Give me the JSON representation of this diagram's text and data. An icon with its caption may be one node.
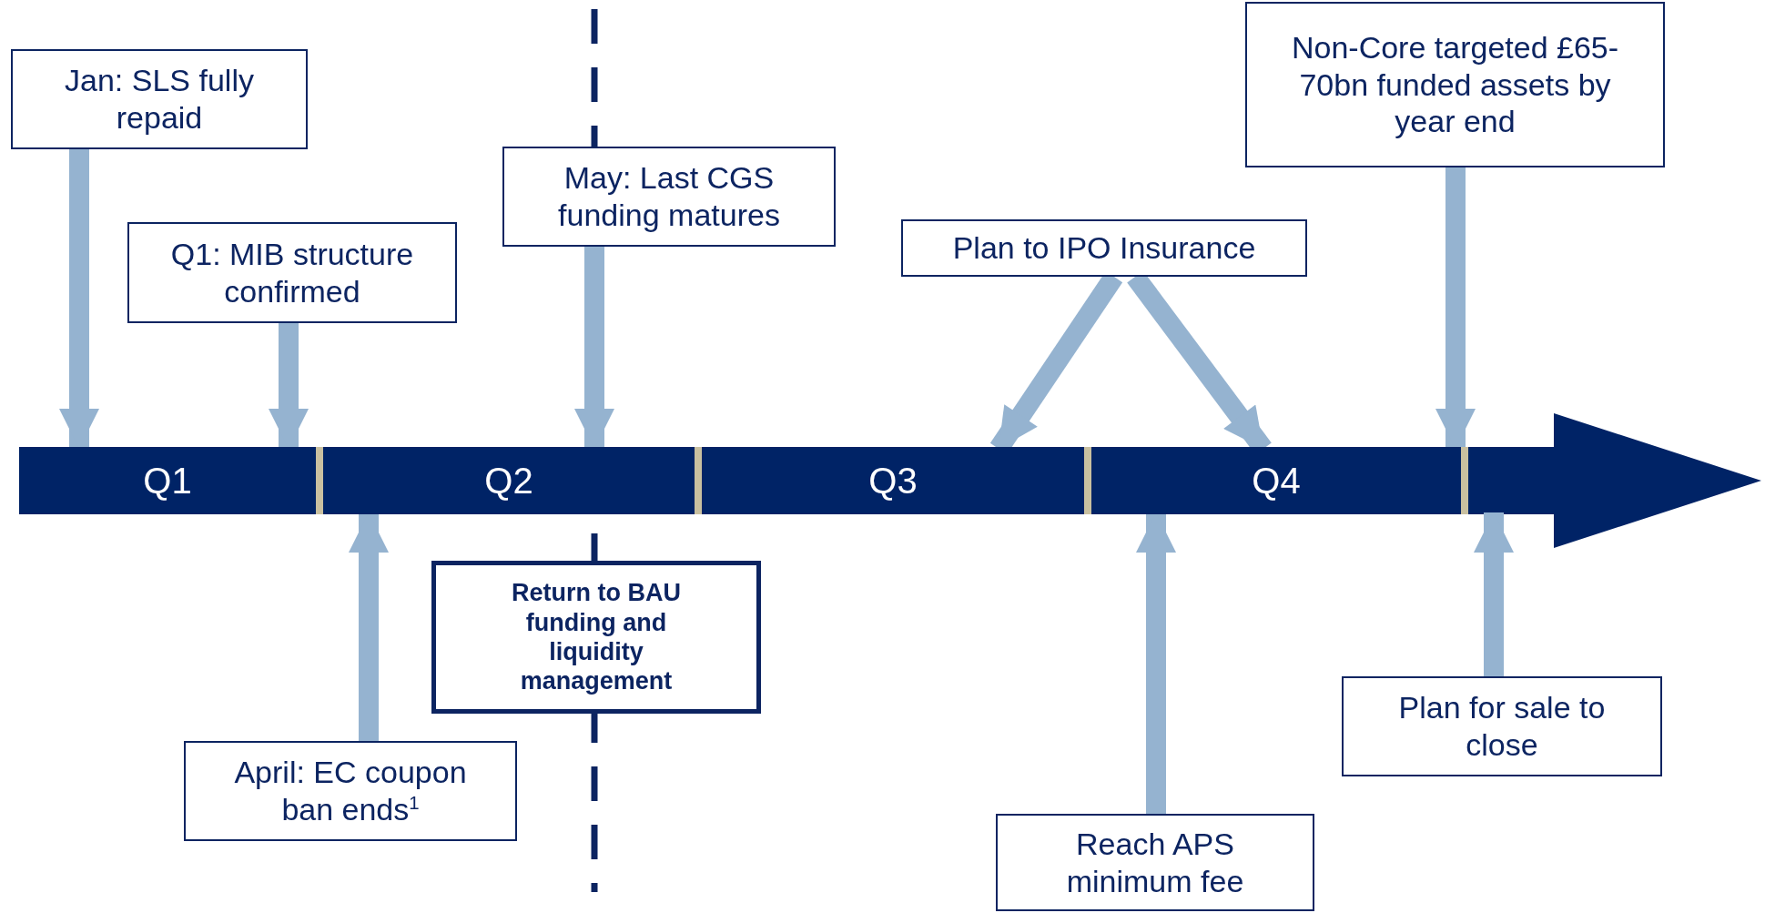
{
  "diagram": {
    "nodes": [
      {
        "text": [],
        "shape": "arrow"
      },
      {
        "text": [
          "Q1"
        ],
        "in": 0
      },
      {
        "text": [
          "Q2"
        ],
        "in": 0
      },
      {
        "text": [
          "Q3"
        ],
        "in": 0
      },
      {
        "text": [
          "Q4"
        ],
        "in": 0
      },
      {
        "text": [
          "Jan: SLS fully repaid"
        ]
      },
      {
        "text": [
          "Q1: MIB structure confirmed"
        ]
      },
      {
        "text": [
          "May: Last CGS funding matures"
        ]
      },
      {
        "text": [
          "Plan to IPO Insurance"
        ]
      },
      {
        "text": [
          "Non-Core targeted £65-70bn funded assets by year end"
        ]
      },
      {
        "text": [
          "April: EC coupon ban ends$^{1}$"
        ]
      },
      {
        "text": [
          "Return to BAU funding and liquidity management"
        ]
      },
      {
        "text": [
          "Reach APS minimum fee"
        ]
      },
      {
        "text": [
          "Plan for sale to close"
        ]
      }
    ],
    "edges": [
      {
        "from": 5,
        "to": 1,
        "arrow": "to"
      },
      {
        "from": 6,
        "to": 1,
        "arrow": "to"
      },
      {
        "from": 7,
        "to": 2,
        "arrow": "to"
      },
      {
        "from": 10,
        "to": 2,
        "arrow": "to"
      },
      {
        "from": 8,
        "to": 3,
        "arrow": "to"
      },
      {
        "from": 8,
        "to": 4,
        "arrow": "to"
      },
      {
        "from": 9,
        "to": 4,
        "arrow": "to"
      },
      {
        "from": 12,
        "to": 4,
        "arrow": "to"
      },
      {
        "from": 13,
        "to": 0,
        "arrow": "to"
      }
    ]
  }
}
